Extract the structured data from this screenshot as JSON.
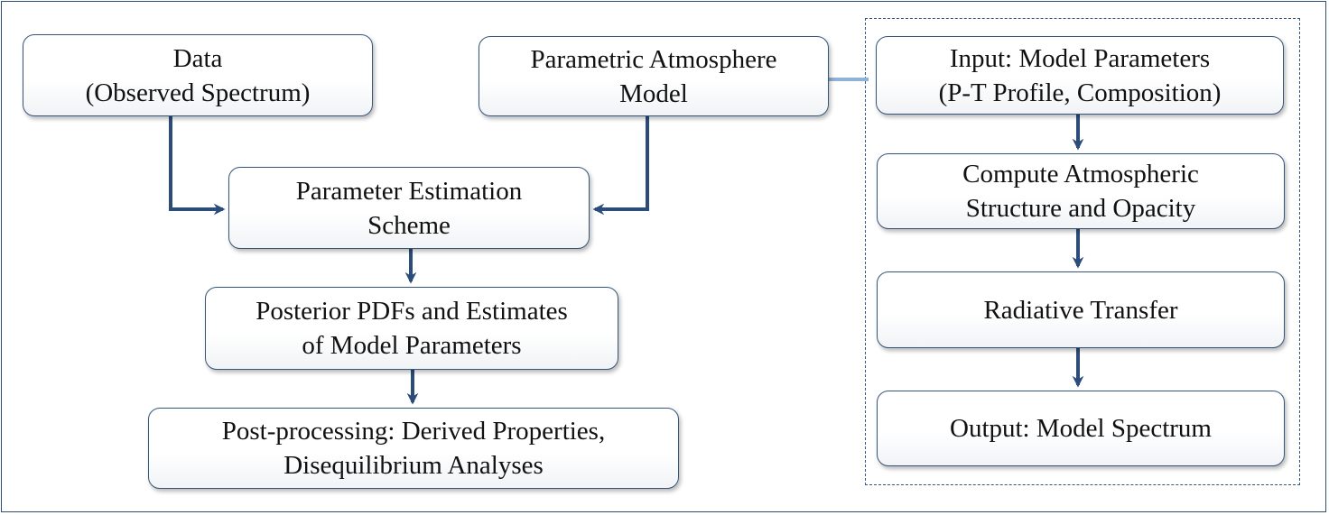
{
  "colors": {
    "border": "#34557c",
    "arrow": "#2c4d7a",
    "connector": "#8fb2d6",
    "frame": "#2f4e72"
  },
  "diagram": {
    "data": [
      "Data",
      "(Observed Spectrum)"
    ],
    "model": [
      "Parametric Atmosphere",
      "Model"
    ],
    "estimation": [
      "Parameter Estimation",
      "Scheme"
    ],
    "posterior": [
      "Posterior PDFs and Estimates",
      "of Model Parameters"
    ],
    "postprocessing": [
      "Post-processing: Derived Properties,",
      "Disequilibrium Analyses"
    ],
    "input": [
      "Input: Model Parameters",
      "(P-T Profile, Composition)"
    ],
    "compute": [
      "Compute Atmospheric",
      "Structure and Opacity"
    ],
    "radiative": [
      "Radiative Transfer"
    ],
    "output": [
      "Output: Model Spectrum"
    ]
  }
}
